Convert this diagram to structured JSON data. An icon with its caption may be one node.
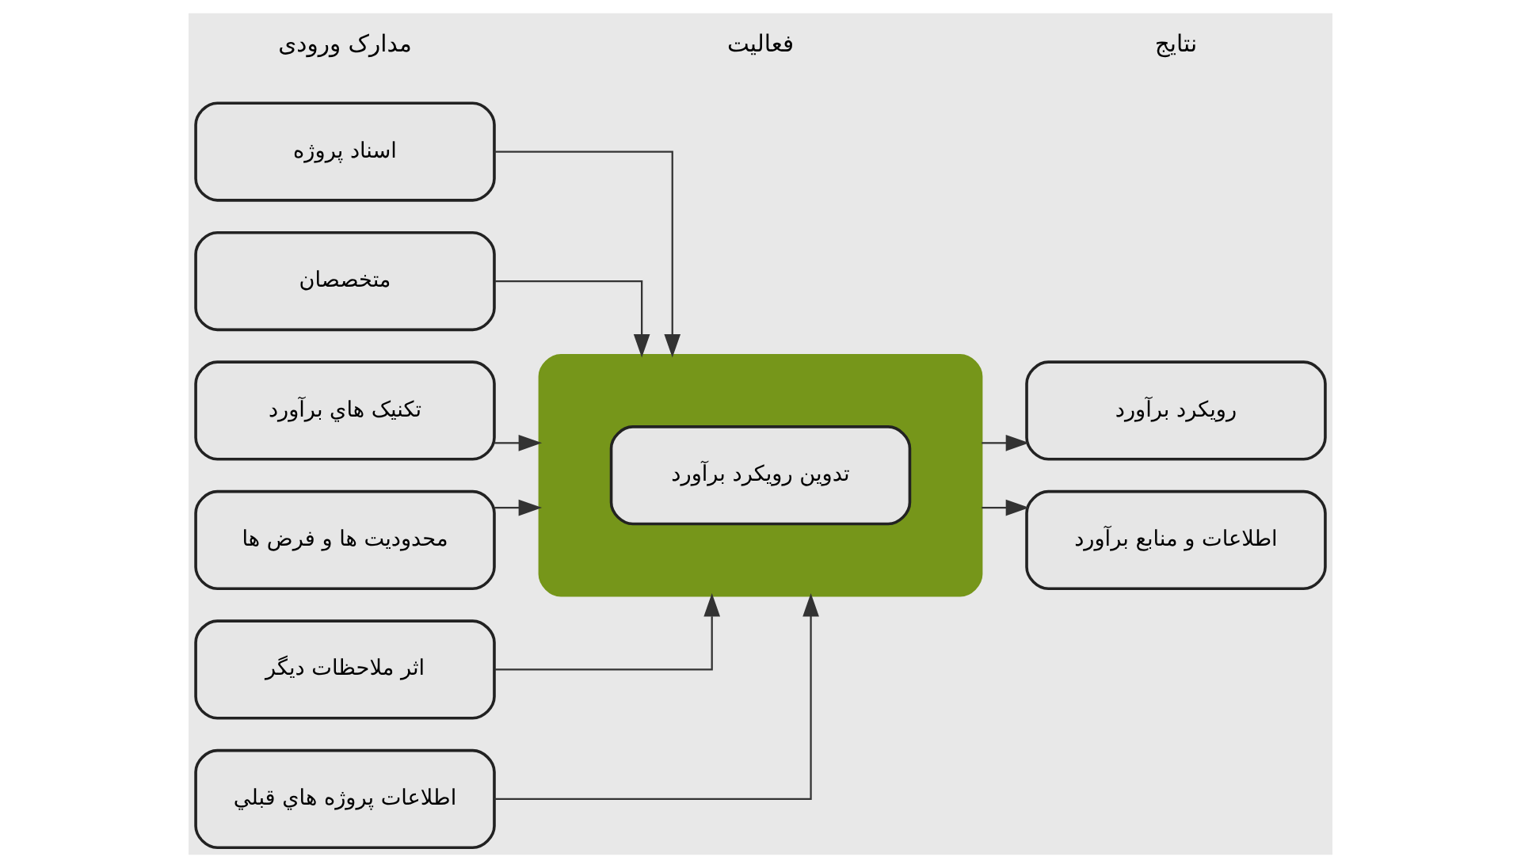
{
  "diagram": {
    "nodes": [
      {
        "text": [
          "اسناد پروژه"
        ]
      },
      {
        "text": [
          "متخصصان"
        ]
      },
      {
        "text": [
          "تکنیک هاي برآورد"
        ]
      },
      {
        "text": [
          "محدودیت ها و فرض ها"
        ]
      },
      {
        "text": [
          "اثر ملاحظات دیگر"
        ]
      },
      {
        "text": [
          "اطلاعات پروژه هاي قبلي"
        ]
      },
      {
        "text": [],
        "shape": "box"
      },
      {
        "text": [
          "تدوین رویکرد برآورد"
        ],
        "in": 6
      },
      {
        "text": [
          "رویکرد برآورد"
        ]
      },
      {
        "text": [
          "اطلاعات و منابع برآورد"
        ]
      }
    ],
    "edges": [
      {
        "from": 0,
        "to": 6,
        "arrow": "to"
      },
      {
        "from": 1,
        "to": 6,
        "arrow": "to"
      },
      {
        "from": 2,
        "to": 6,
        "arrow": "to"
      },
      {
        "from": 3,
        "to": 6,
        "arrow": "to"
      },
      {
        "from": 4,
        "to": 6,
        "arrow": "to"
      },
      {
        "from": 5,
        "to": 6,
        "arrow": "to"
      },
      {
        "from": 6,
        "to": 8,
        "arrow": "to"
      },
      {
        "from": 6,
        "to": 9,
        "arrow": "to"
      }
    ],
    "labels": [
      "مدارک ورودی",
      "فعالیت",
      "نتایج"
    ]
  }
}
